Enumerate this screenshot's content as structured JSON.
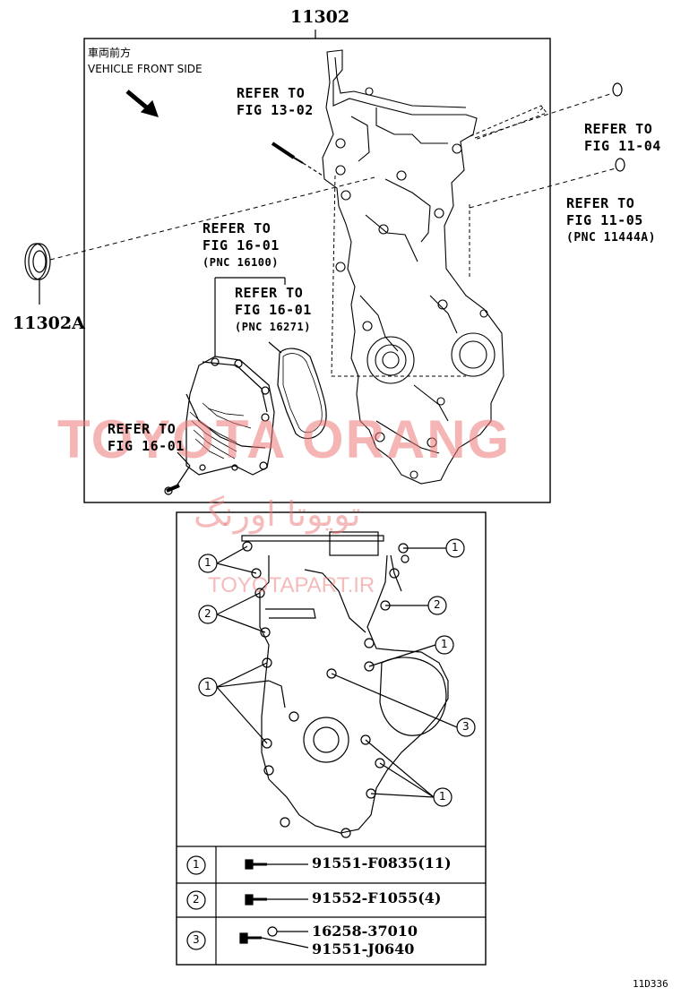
{
  "main_part_number": "11302",
  "seal_part_number": "11302A",
  "vehicle_front": {
    "japanese": "車両前方",
    "english": "VEHICLE FRONT SIDE"
  },
  "refer_13_02": {
    "line1": "REFER TO",
    "line2": "FIG 13-02"
  },
  "refer_11_04": {
    "line1": "REFER TO",
    "line2": "FIG 11-04"
  },
  "refer_11_05": {
    "line1": "REFER TO",
    "line2": "FIG 11-05",
    "line3": "(PNC 11444A)"
  },
  "refer_16_01_a": {
    "line1": "REFER TO",
    "line2": "FIG 16-01",
    "line3": "(PNC 16100)"
  },
  "refer_16_01_b": {
    "line1": "REFER TO",
    "line2": "FIG 16-01",
    "line3": "(PNC 16271)"
  },
  "refer_16_01_c": {
    "line1": "REFER TO",
    "line2": "FIG 16-01"
  },
  "watermark": {
    "main": "TOYOTA ORANG",
    "persian": "تویوتا اورنگ",
    "site": "TOYOTAPART.IR"
  },
  "callouts": {
    "one": "1",
    "two": "2",
    "three": "3"
  },
  "legend": [
    {
      "num": "1",
      "parts": [
        "91551-F0835(11)"
      ]
    },
    {
      "num": "2",
      "parts": [
        "91552-F1055(4)"
      ]
    },
    {
      "num": "3",
      "parts": [
        "16258-37010",
        "91551-J0640"
      ]
    }
  ],
  "diagram_code": "11D336"
}
